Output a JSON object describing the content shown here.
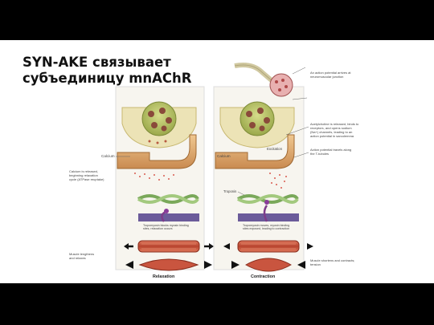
{
  "slide": {
    "title_line1": "SYN-AKE связывает",
    "title_line2": "субъединицу mnAChR"
  },
  "figure": {
    "left_panel": {
      "calcium_label": "Calcium",
      "note_release": "Calcium is released, beginning relaxation cycle (ATPase reuptake)",
      "note_tropomyosin": "Tropomyosin blocks myosin binding sites, relaxation occurs",
      "note_muscle": "Muscle lengthens and relaxes",
      "caption": "Relaxation"
    },
    "right_panel": {
      "calcium_label": "Calcium",
      "excitation_label": "Excitation",
      "troponin_label": "Troponin",
      "note_tropomyosin": "Tropomyosin moves, myosin binding sites exposed, leading to muscle contraction",
      "caption": "Contraction"
    },
    "side_notes": {
      "note1": "An action potential arrives at neuromuscular junction",
      "note2": "Acetylcholine is released, binds to receptors, and opens sodium (Na+) channels, leading to an action potential in sarcolemma",
      "note3": "Action potential travels along the T-tubules",
      "note4": "Muscle shortens and contracts; tension"
    },
    "colors": {
      "neuron": "#c8c08e",
      "terminal": "#a9b45c",
      "vesicle": "#8a4a3a",
      "sarcolemma": "#d8a874",
      "actin": "#8fbf6a",
      "myosin": "#6b5b9a",
      "muscle": "#c9553f"
    }
  }
}
